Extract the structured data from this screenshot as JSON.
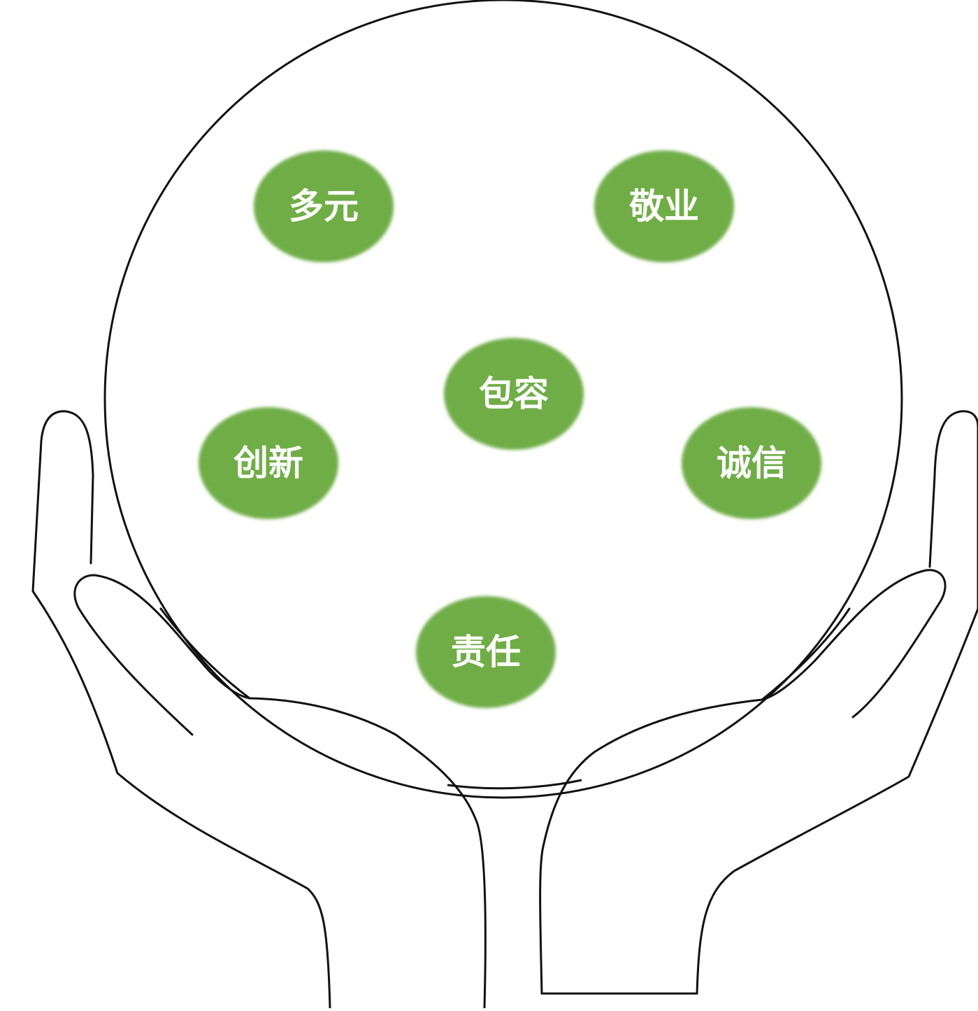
{
  "diagram": {
    "values": [
      {
        "key": "diversity",
        "label": "多元"
      },
      {
        "key": "dedication",
        "label": "敬业"
      },
      {
        "key": "inclusion",
        "label": "包容"
      },
      {
        "key": "innovation",
        "label": "创新"
      },
      {
        "key": "integrity",
        "label": "诚信"
      },
      {
        "key": "responsibility",
        "label": "责任"
      }
    ],
    "colors": {
      "bubble": "#70ad47",
      "outline": "#111111",
      "background": "#ffffff"
    }
  }
}
